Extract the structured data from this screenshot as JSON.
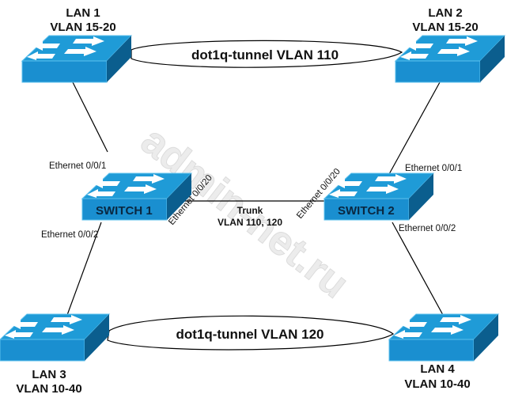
{
  "diagram": {
    "devices": [
      {
        "id": "lan1",
        "label_lines": [
          "LAN 1",
          "VLAN 15-20"
        ],
        "icon": "switch-icon"
      },
      {
        "id": "lan2",
        "label_lines": [
          "LAN 2",
          "VLAN 15-20"
        ],
        "icon": "switch-icon"
      },
      {
        "id": "switch1",
        "label": "SWITCH 1",
        "icon": "switch-icon"
      },
      {
        "id": "switch2",
        "label": "SWITCH 2",
        "icon": "switch-icon"
      },
      {
        "id": "lan3",
        "label_lines": [
          "LAN 3",
          "VLAN 10-40"
        ],
        "icon": "switch-icon"
      },
      {
        "id": "lan4",
        "label_lines": [
          "LAN 4",
          "VLAN 10-40"
        ],
        "icon": "switch-icon"
      }
    ],
    "tunnels": [
      {
        "from": "lan1",
        "to": "lan2",
        "label": "dot1q-tunnel VLAN 110"
      },
      {
        "from": "lan3",
        "to": "lan4",
        "label": "dot1q-tunnel VLAN 120"
      }
    ],
    "trunk": {
      "from": "switch1",
      "to": "switch2",
      "label_lines": [
        "Trunk",
        "VLAN 110, 120"
      ]
    },
    "ports": {
      "sw1_up": "Ethernet 0/0/1",
      "sw1_down": "Ethernet 0/0/2",
      "sw1_trunk": "Ethernet 0/0/20",
      "sw2_up": "Ethernet 0/0/1",
      "sw2_down": "Ethernet 0/0/2",
      "sw2_trunk": "Ethernet 0/0/20"
    },
    "watermark": "admin-net.ru",
    "colors": {
      "switch_top": "#1e9ad6",
      "switch_front": "#1b8fd0",
      "switch_side": "#0c5f8f",
      "arrow": "#ffffff",
      "line": "#000000"
    }
  }
}
